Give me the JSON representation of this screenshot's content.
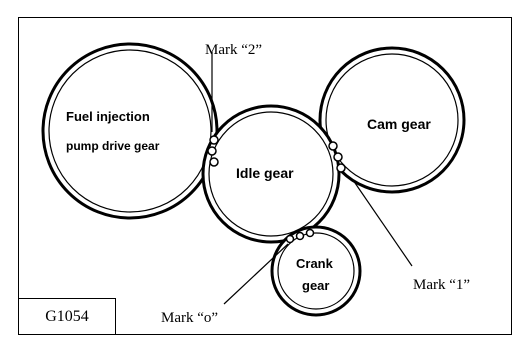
{
  "gears": {
    "fuel": {
      "line1": "Fuel injection",
      "line2": "pump drive gear"
    },
    "idle": {
      "label": "Idle gear"
    },
    "cam": {
      "label": "Cam gear"
    },
    "crank": {
      "line1": "Crank",
      "line2": "gear"
    }
  },
  "marks": {
    "mark2": "Mark “2”",
    "mark1": "Mark “1”",
    "mark0": "Mark “o”"
  },
  "figure_code": "G1054"
}
